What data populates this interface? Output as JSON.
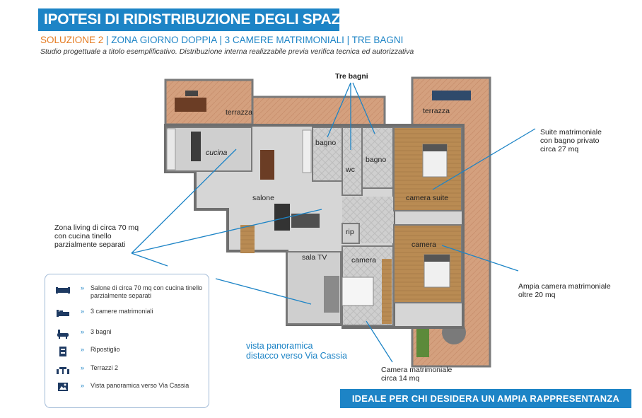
{
  "header": {
    "title": "IPOTESI DI RIDISTRIBUZIONE DEGLI SPAZI",
    "subtitle_highlight": "SOLUZIONE 2",
    "subtitle_rest": " | ZONA GIORNO DOPPIA | 3 CAMERE MATRIMONIALI | TRE BAGNI",
    "note": "Studio progettuale a titolo esemplificativo. Distribuzione interna realizzabile previa verifica tecnica ed autorizzativa"
  },
  "rooms": {
    "terrazza_left": "terrazza",
    "terrazza_right": "terrazza",
    "cucina": "cucina",
    "salone": "salone",
    "bagno1": "bagno",
    "wc": "wc",
    "bagno2": "bagno",
    "camera_suite": "camera suite",
    "rip": "rip",
    "camera_mid": "camera",
    "camera_right": "camera",
    "sala_tv": "sala TV"
  },
  "callouts": {
    "tre_bagni": "Tre bagni",
    "suite": [
      "Suite matrimoniale",
      "con bagno privato",
      "circa 27 mq"
    ],
    "living": [
      "Zona living di circa 70 mq",
      "con cucina tinello",
      "parzialmente separati"
    ],
    "ampia": [
      "Ampia camera matrimoniale",
      "oltre 20 mq"
    ],
    "camera14": [
      "Camera matrimoniale",
      "circa 14 mq"
    ]
  },
  "legend": [
    {
      "icon": "sofa-icon",
      "text": "Salone di circa 70 mq con cucina tinello parzialmente separati"
    },
    {
      "icon": "bed-icon",
      "text": "3 camere matrimoniali"
    },
    {
      "icon": "bathtub-icon",
      "text": "3 bagni"
    },
    {
      "icon": "storage-icon",
      "text": "Ripostiglio"
    },
    {
      "icon": "terrace-table-icon",
      "text": "Terrazzi 2"
    },
    {
      "icon": "panorama-icon",
      "text": "Vista panoramica verso Via Cassia"
    }
  ],
  "legend_arrow": "»",
  "vista": [
    "vista panoramica",
    "distacco verso Via Cassia"
  ],
  "banner": "IDEALE PER CHI DESIDERA UN AMPIA RAPPRESENTANZA",
  "colors": {
    "accent_blue": "#1d84c6",
    "accent_orange": "#e57b21",
    "terrace": "#d4a07e",
    "floor": "#c9c9c9",
    "wood": "#b98b53"
  }
}
